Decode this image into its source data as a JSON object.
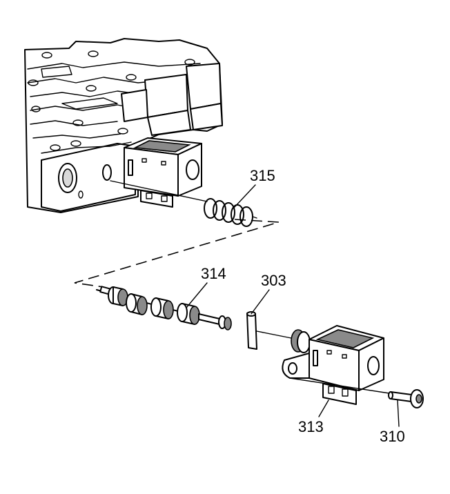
{
  "callouts": {
    "c315": "315",
    "c314": "314",
    "c303": "303",
    "c313": "313",
    "c310": "310"
  }
}
